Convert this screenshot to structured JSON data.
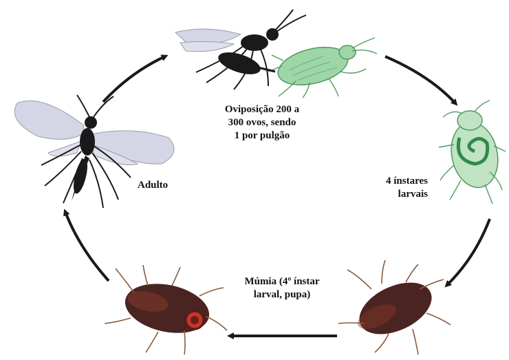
{
  "labels": {
    "oviposition": [
      "Oviposição 200 a",
      "300 ovos, sendo",
      "1 por pulgão"
    ],
    "larval_instars": [
      "4 ínstares",
      "larvais"
    ],
    "mummy": [
      "Múmia (4º ínstar",
      "larval, pupa)"
    ],
    "adult": "Adulto"
  },
  "colors": {
    "wasp_body": "#1a1a1a",
    "wing": "#d4d6e6",
    "aphid_green": "#9ed6a8",
    "aphid_green_outline": "#4f9a62",
    "mummy_body": "#4a2420",
    "mummy_highlight": "#8a3a2c",
    "emergence_hole": "#c0392b",
    "arrow": "#1a1a1a"
  },
  "stages": [
    {
      "name": "wasp-ovipositing-icon"
    },
    {
      "name": "parasitized-aphid-larva-icon"
    },
    {
      "name": "mummy-aphid-icon"
    },
    {
      "name": "mummy-aphid-emerged-icon"
    },
    {
      "name": "adult-wasp-icon"
    }
  ]
}
